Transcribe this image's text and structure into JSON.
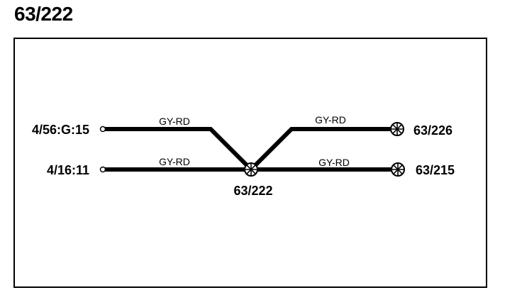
{
  "title": "63/222",
  "splice": {
    "label": "63/222"
  },
  "wires": [
    {
      "color_code": "GY-RD"
    },
    {
      "color_code": "GY-RD"
    },
    {
      "color_code": "GY-RD"
    },
    {
      "color_code": "GY-RD"
    }
  ],
  "connectors": {
    "left_top": "4/56:G:15",
    "left_bottom": "4/16:11",
    "right_top": "63/226",
    "right_bottom": "63/215"
  },
  "colors": {
    "line": "#000000",
    "background": "#ffffff"
  }
}
